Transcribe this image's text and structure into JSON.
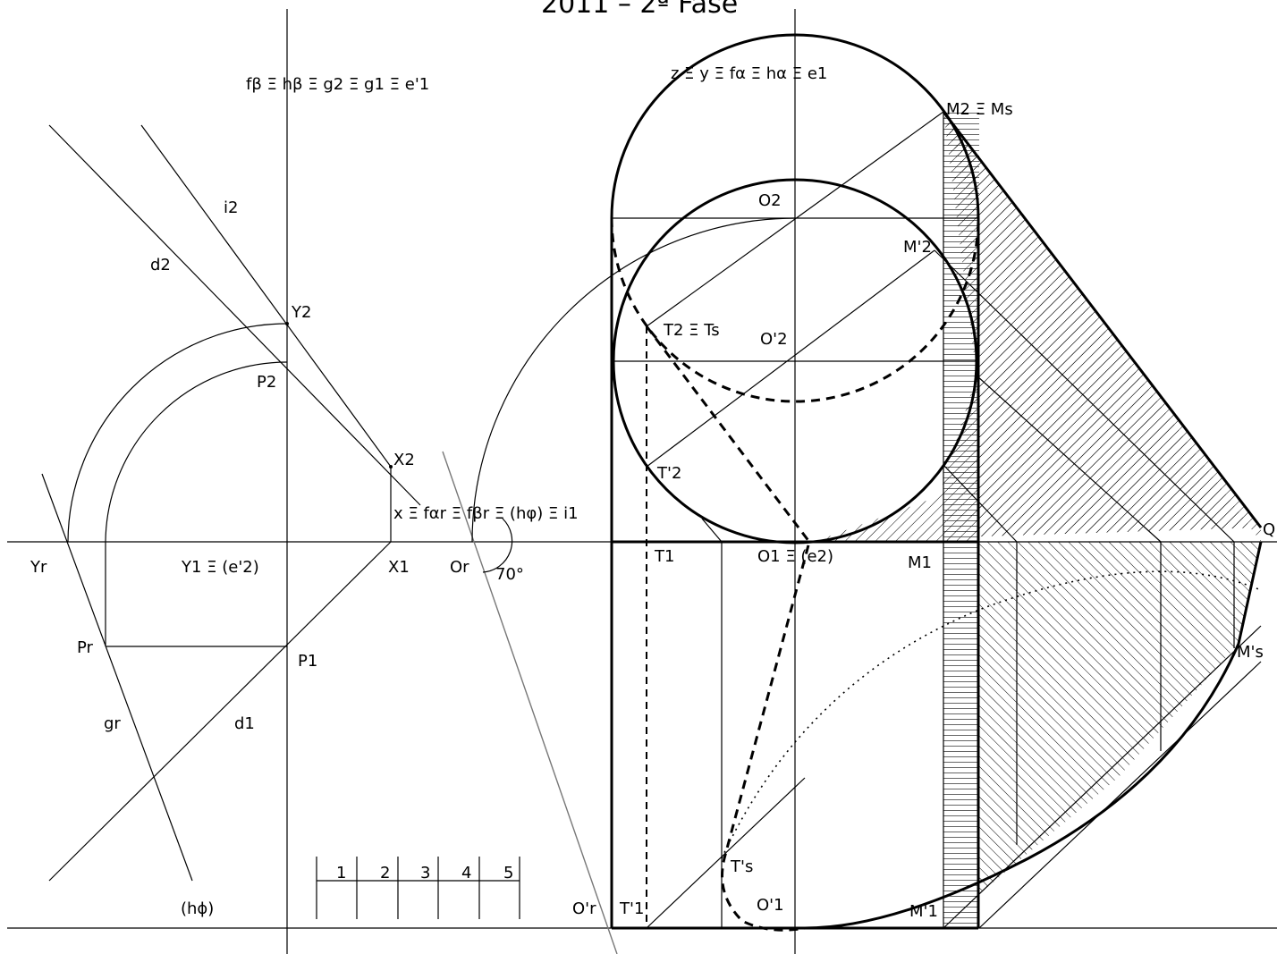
{
  "title": "2011 – 2ª Fase",
  "labels": {
    "trace_top": "fβ Ξ hβ Ξ g2 Ξ g1 Ξ e'1",
    "trace_axis": "x Ξ fαr Ξ fβr Ξ (hφ) Ξ i1",
    "z_axis": "z Ξ y Ξ fα Ξ hα Ξ e1",
    "i2": "i2",
    "d2": "d2",
    "Y2": "Y2",
    "P2": "P2",
    "X2": "X2",
    "Yr": "Yr",
    "Y1": "Y1 Ξ (e'2)",
    "X1": "X1",
    "Or": "Or",
    "angle": "70°",
    "Pr": "Pr",
    "P1": "P1",
    "gr": "gr",
    "d1": "d1",
    "hphi": "(hϕ)",
    "M2": "M2 Ξ Ms",
    "O2": "O2",
    "M2p": "M'2",
    "T2": "T2 Ξ Ts",
    "O2p": "O'2",
    "T2p": "T'2",
    "T1": "T1",
    "O1": "O1 Ξ (e2)",
    "M1": "M1",
    "Q": "Q",
    "Msp": "M's",
    "Tsp": "T's",
    "Orp": "O'r",
    "T1p": "T'1",
    "O1p": "O'1",
    "M1p": "M'1"
  },
  "scale": [
    "1",
    "2",
    "3",
    "4",
    "5"
  ]
}
